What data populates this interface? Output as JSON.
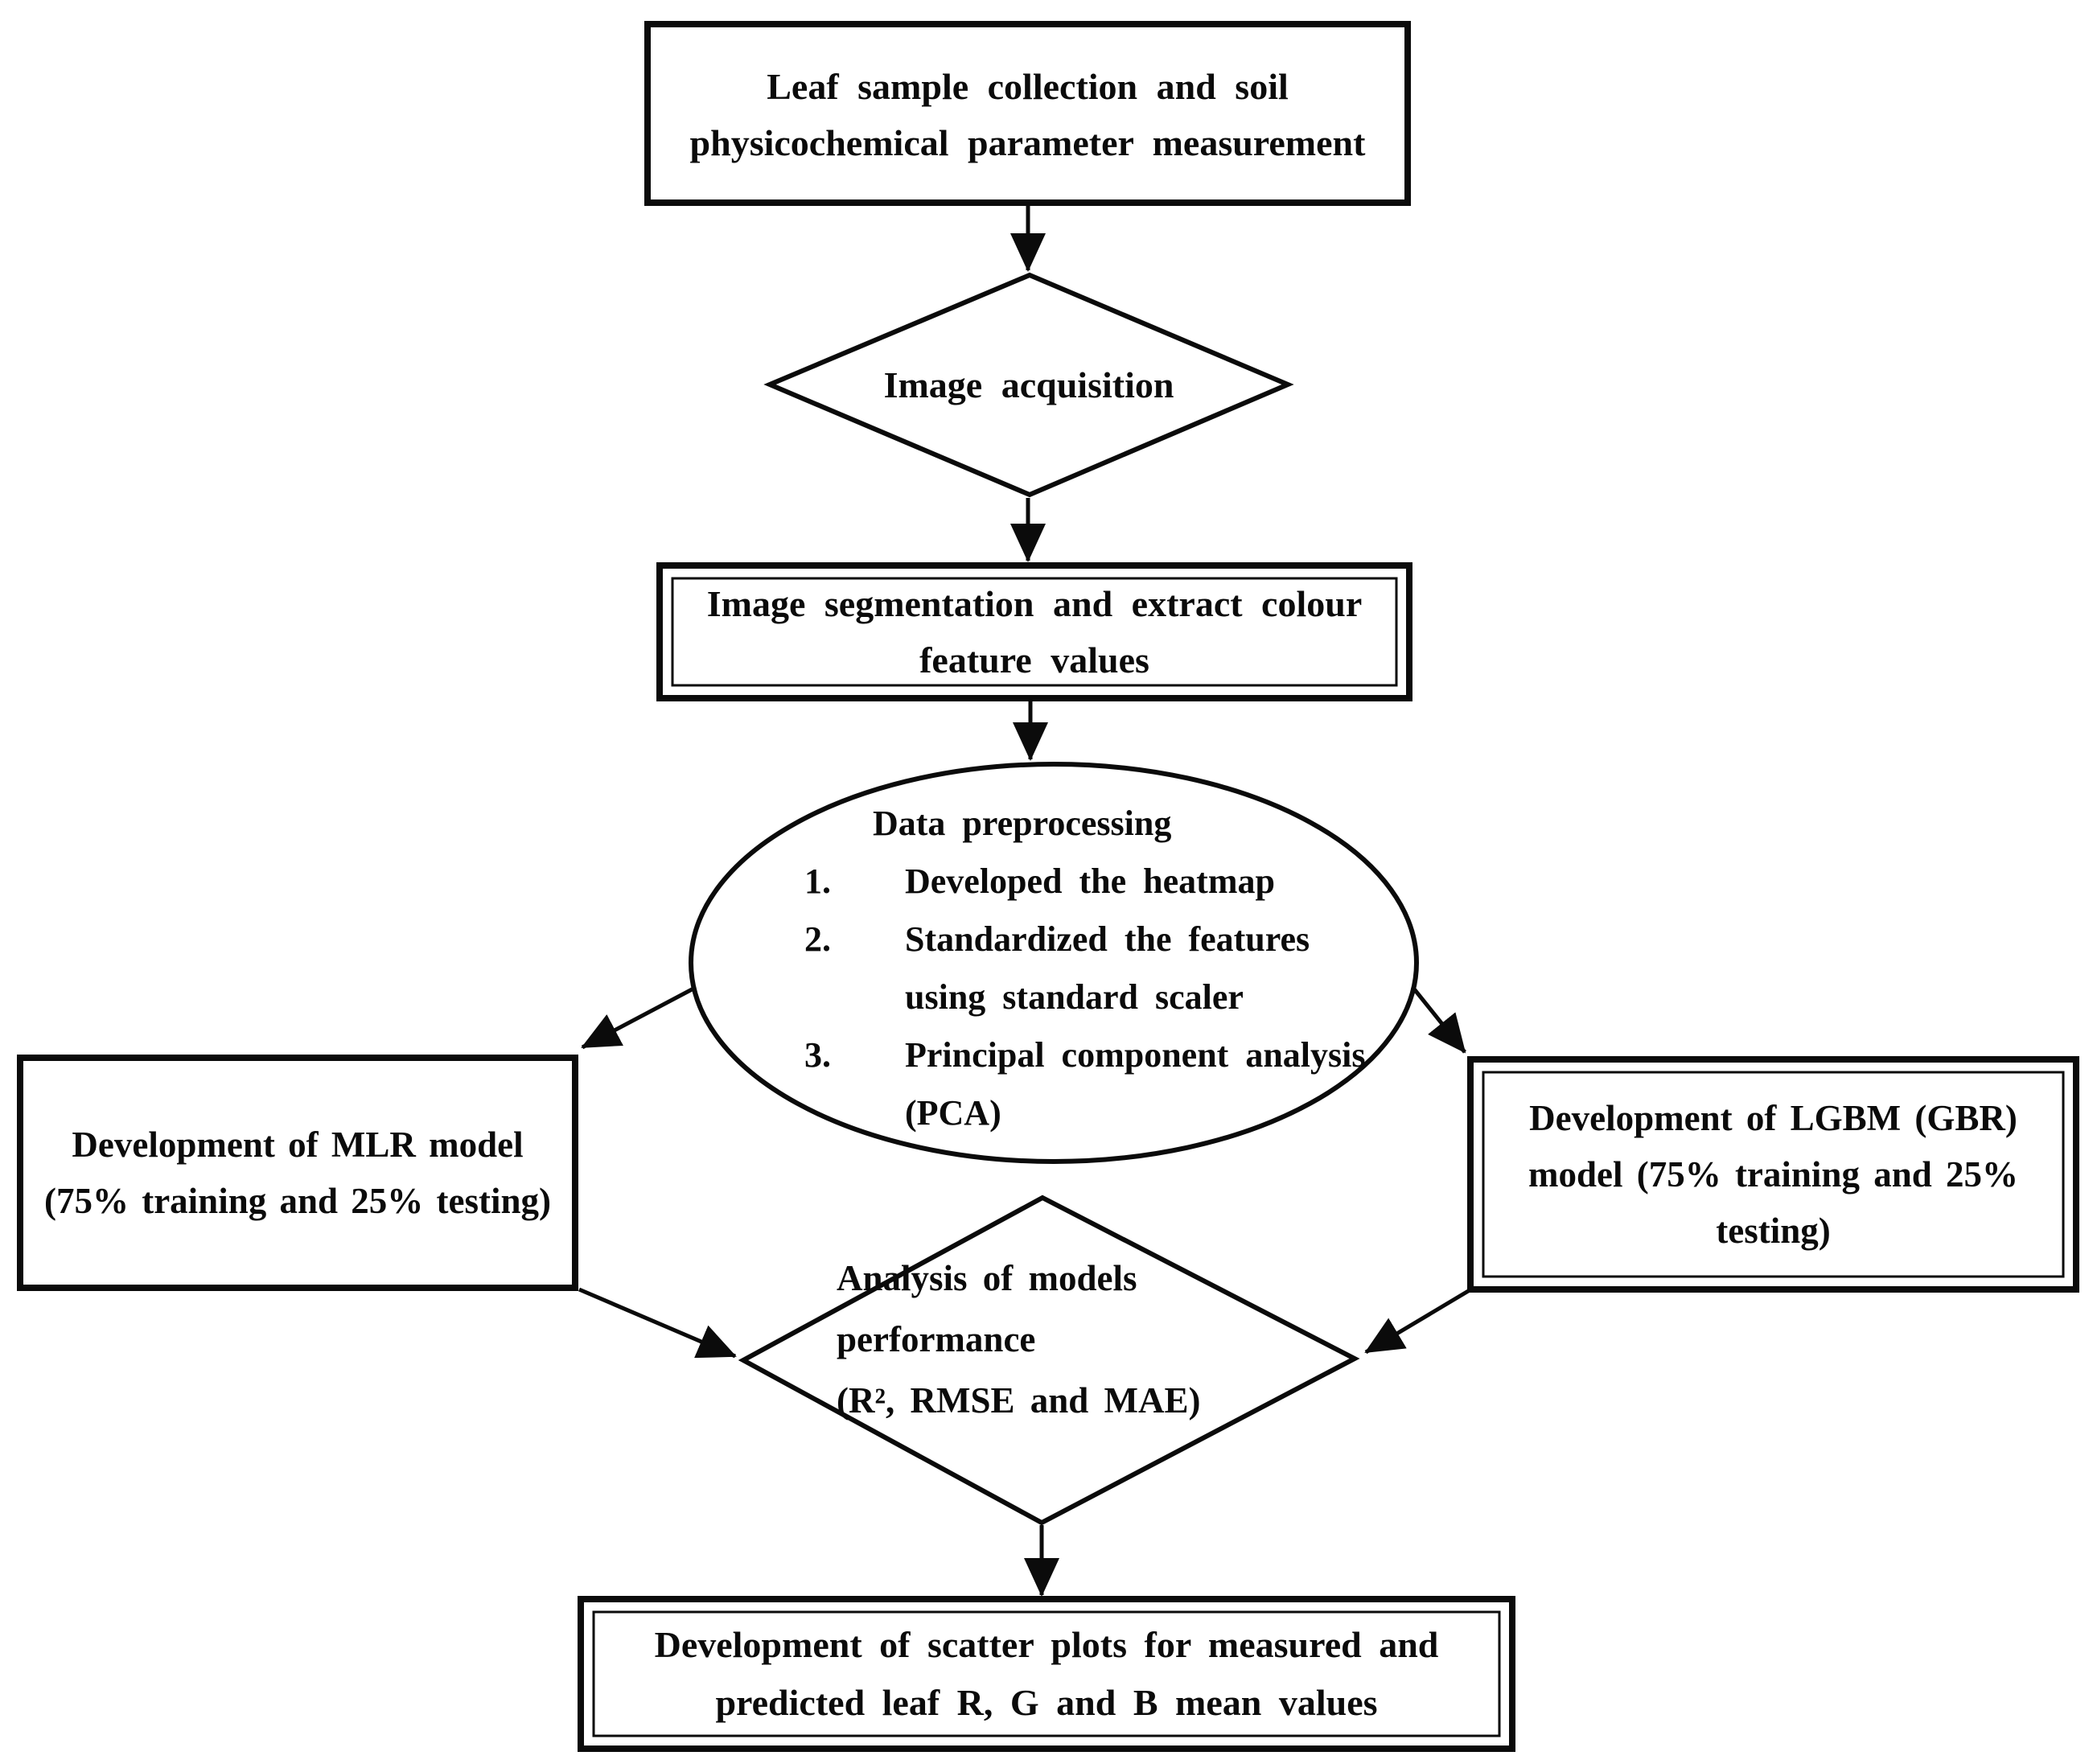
{
  "figure": {
    "background": "#ffffff",
    "ink": "#0b0b0b",
    "nodes": {
      "collection": {
        "shape": "rectangle",
        "lines": [
          "Leaf sample collection and soil",
          "physicochemical parameter measurement"
        ]
      },
      "acquisition": {
        "shape": "diamond",
        "lines": [
          "Image acquisition"
        ]
      },
      "segmentation": {
        "shape": "rectangle",
        "lines": [
          "Image segmentation and extract colour",
          "feature values"
        ]
      },
      "preprocessing": {
        "shape": "ellipse",
        "title": "Data preprocessing",
        "items": [
          {
            "number": "1.",
            "lines": [
              "Developed the heatmap",
              ""
            ]
          },
          {
            "number": "2.",
            "lines": [
              "Standardized the features",
              "using standard scaler"
            ]
          },
          {
            "number": "3.",
            "lines": [
              "Principal component analysis",
              "(PCA)"
            ]
          }
        ]
      },
      "mlr": {
        "shape": "rectangle",
        "lines": [
          "Development of MLR model",
          "(75% training and 25% testing)"
        ]
      },
      "lgbm": {
        "shape": "rectangle",
        "lines": [
          "Development of LGBM (GBR)",
          "model (75% training and 25%",
          "testing)"
        ]
      },
      "performance": {
        "shape": "diamond",
        "lines": [
          "Analysis of models",
          "performance",
          "(R², RMSE and MAE)"
        ]
      },
      "scatter": {
        "shape": "rectangle",
        "lines": [
          "Development of scatter plots for measured and",
          "predicted leaf R, G and B mean values"
        ]
      }
    }
  }
}
